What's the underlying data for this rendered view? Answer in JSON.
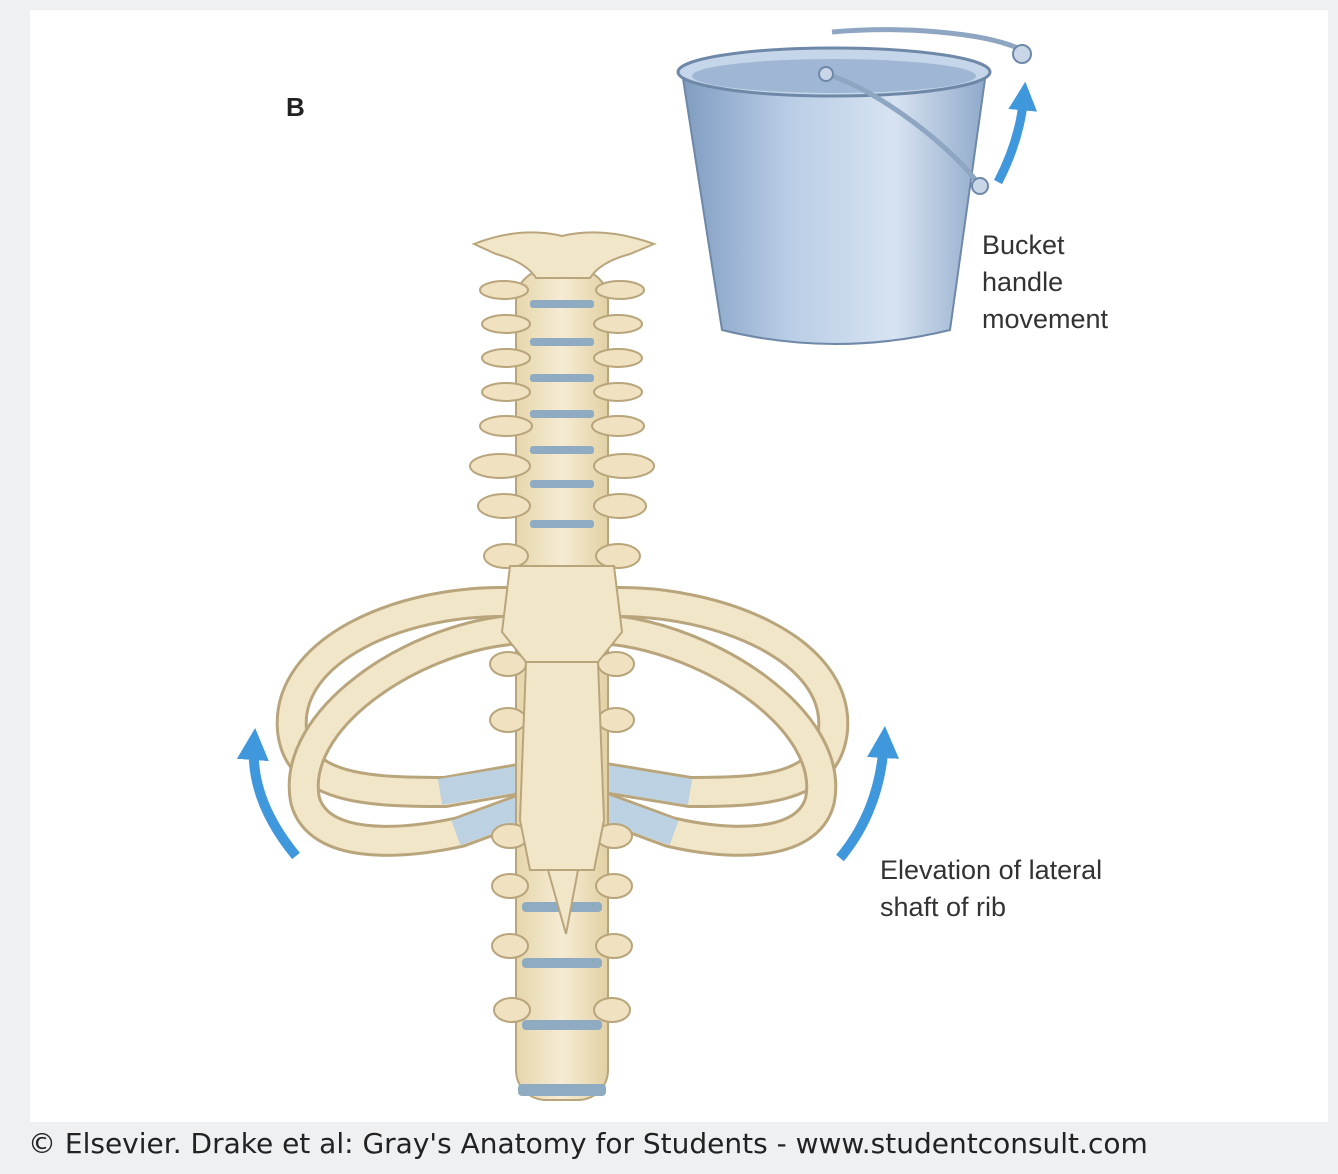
{
  "figure": {
    "panel_letter": "B",
    "bucket_label": [
      "Bucket",
      "handle",
      "movement"
    ],
    "rib_label": [
      "Elevation of lateral",
      "shaft of rib"
    ],
    "credit": "© Elsevier. Drake et al: Gray's Anatomy for Students - www.studentconsult.com"
  },
  "colors": {
    "bone": "#f2e6c8",
    "bone_outline": "#b9a57c",
    "cartilage": "#bcd2e2",
    "disc": "#7f9fb8",
    "arrow": "#3f97dc",
    "bucket": "#a8c2e0"
  },
  "icons": {
    "bucket": "bucket-illustration",
    "arrow": "curved-up-arrow"
  }
}
